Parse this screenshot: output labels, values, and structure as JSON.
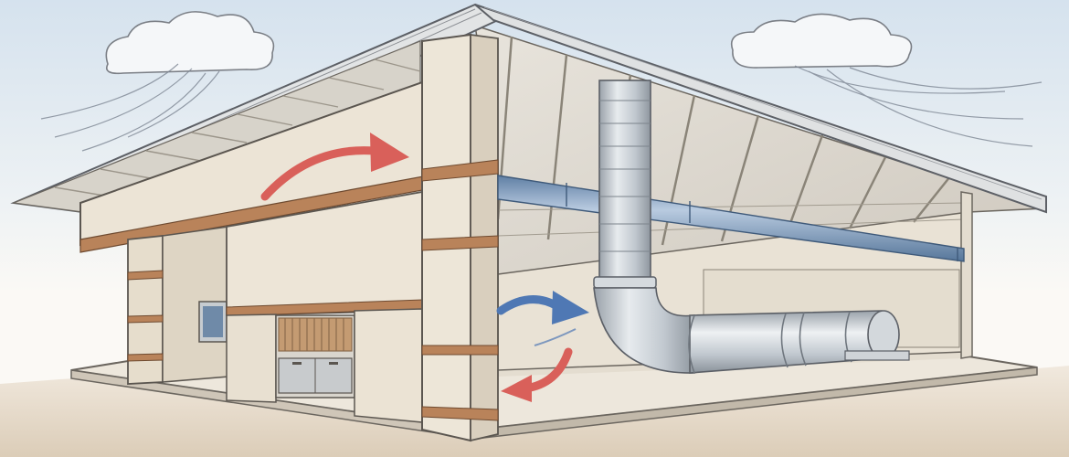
{
  "scene": {
    "subject": "building-ventilation-illustration",
    "palette": {
      "sky": "#dbe6ef",
      "paper": "#fbf9f5",
      "ground": "#d9cbb6",
      "wall": "#ece4d6",
      "wall_shade": "#d8ccb9",
      "roof": "#dfe1e2",
      "roof_edge": "#8c8f94",
      "beam": "#b9835a",
      "duct": "#c5cbd1",
      "duct_dark": "#8f979f",
      "pipe_blue": "#7f9ec0",
      "warm_arrow": "#d9605a",
      "cool_arrow": "#4f78b4",
      "cloud": "#f4f6f8",
      "outline": "#5b5650"
    },
    "arrows": [
      {
        "name": "warm-air-arrow-top",
        "color": "warm"
      },
      {
        "name": "cool-air-arrow",
        "color": "cool"
      },
      {
        "name": "warm-air-arrow-bottom",
        "color": "warm"
      }
    ],
    "icons": [
      "cloud-left-icon",
      "cloud-right-icon",
      "wind-lines-icon"
    ]
  }
}
